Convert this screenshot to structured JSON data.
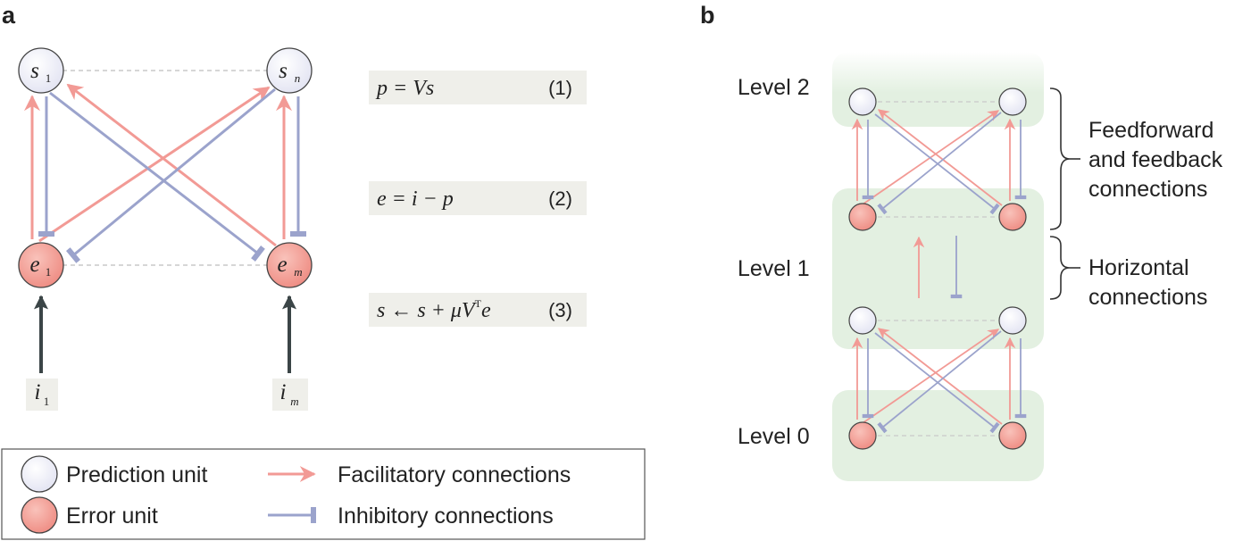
{
  "panel_a": {
    "label": "a",
    "units": {
      "s1": {
        "base": "s",
        "sub": "1"
      },
      "sn": {
        "base": "s",
        "sub": "n"
      },
      "e1": {
        "base": "e",
        "sub": "1"
      },
      "em": {
        "base": "e",
        "sub": "m"
      }
    },
    "inputs": [
      {
        "base": "i",
        "sub": "1"
      },
      {
        "base": "i",
        "sub": "m"
      }
    ],
    "equations": [
      {
        "text": "p = Vs",
        "number": "(1)"
      },
      {
        "text": "e = i − p",
        "number": "(2)"
      },
      {
        "lhs": "s ← s + μV",
        "sup": "T",
        "rhs": "e",
        "number": "(3)"
      }
    ]
  },
  "panel_b": {
    "label": "b",
    "levels": [
      "Level 2",
      "Level 1",
      "Level 0"
    ],
    "brackets": [
      {
        "lines": [
          "Feedforward",
          "and feedback",
          "connections"
        ]
      },
      {
        "lines": [
          "Horizontal",
          "connections"
        ]
      }
    ]
  },
  "legend": {
    "prediction_unit": "Prediction unit",
    "error_unit": "Error unit",
    "facilitatory": "Facilitatory connections",
    "inhibitory": "Inhibitory connections"
  },
  "colors": {
    "prediction_fill": "#eeeef8",
    "error_fill": "#f4a59b",
    "facilitatory": "#f29a95",
    "inhibitory": "#9ba3cc",
    "input_arrow": "#3b4547",
    "level_band": "#e3f0e1",
    "equation_box": "#efefea"
  }
}
